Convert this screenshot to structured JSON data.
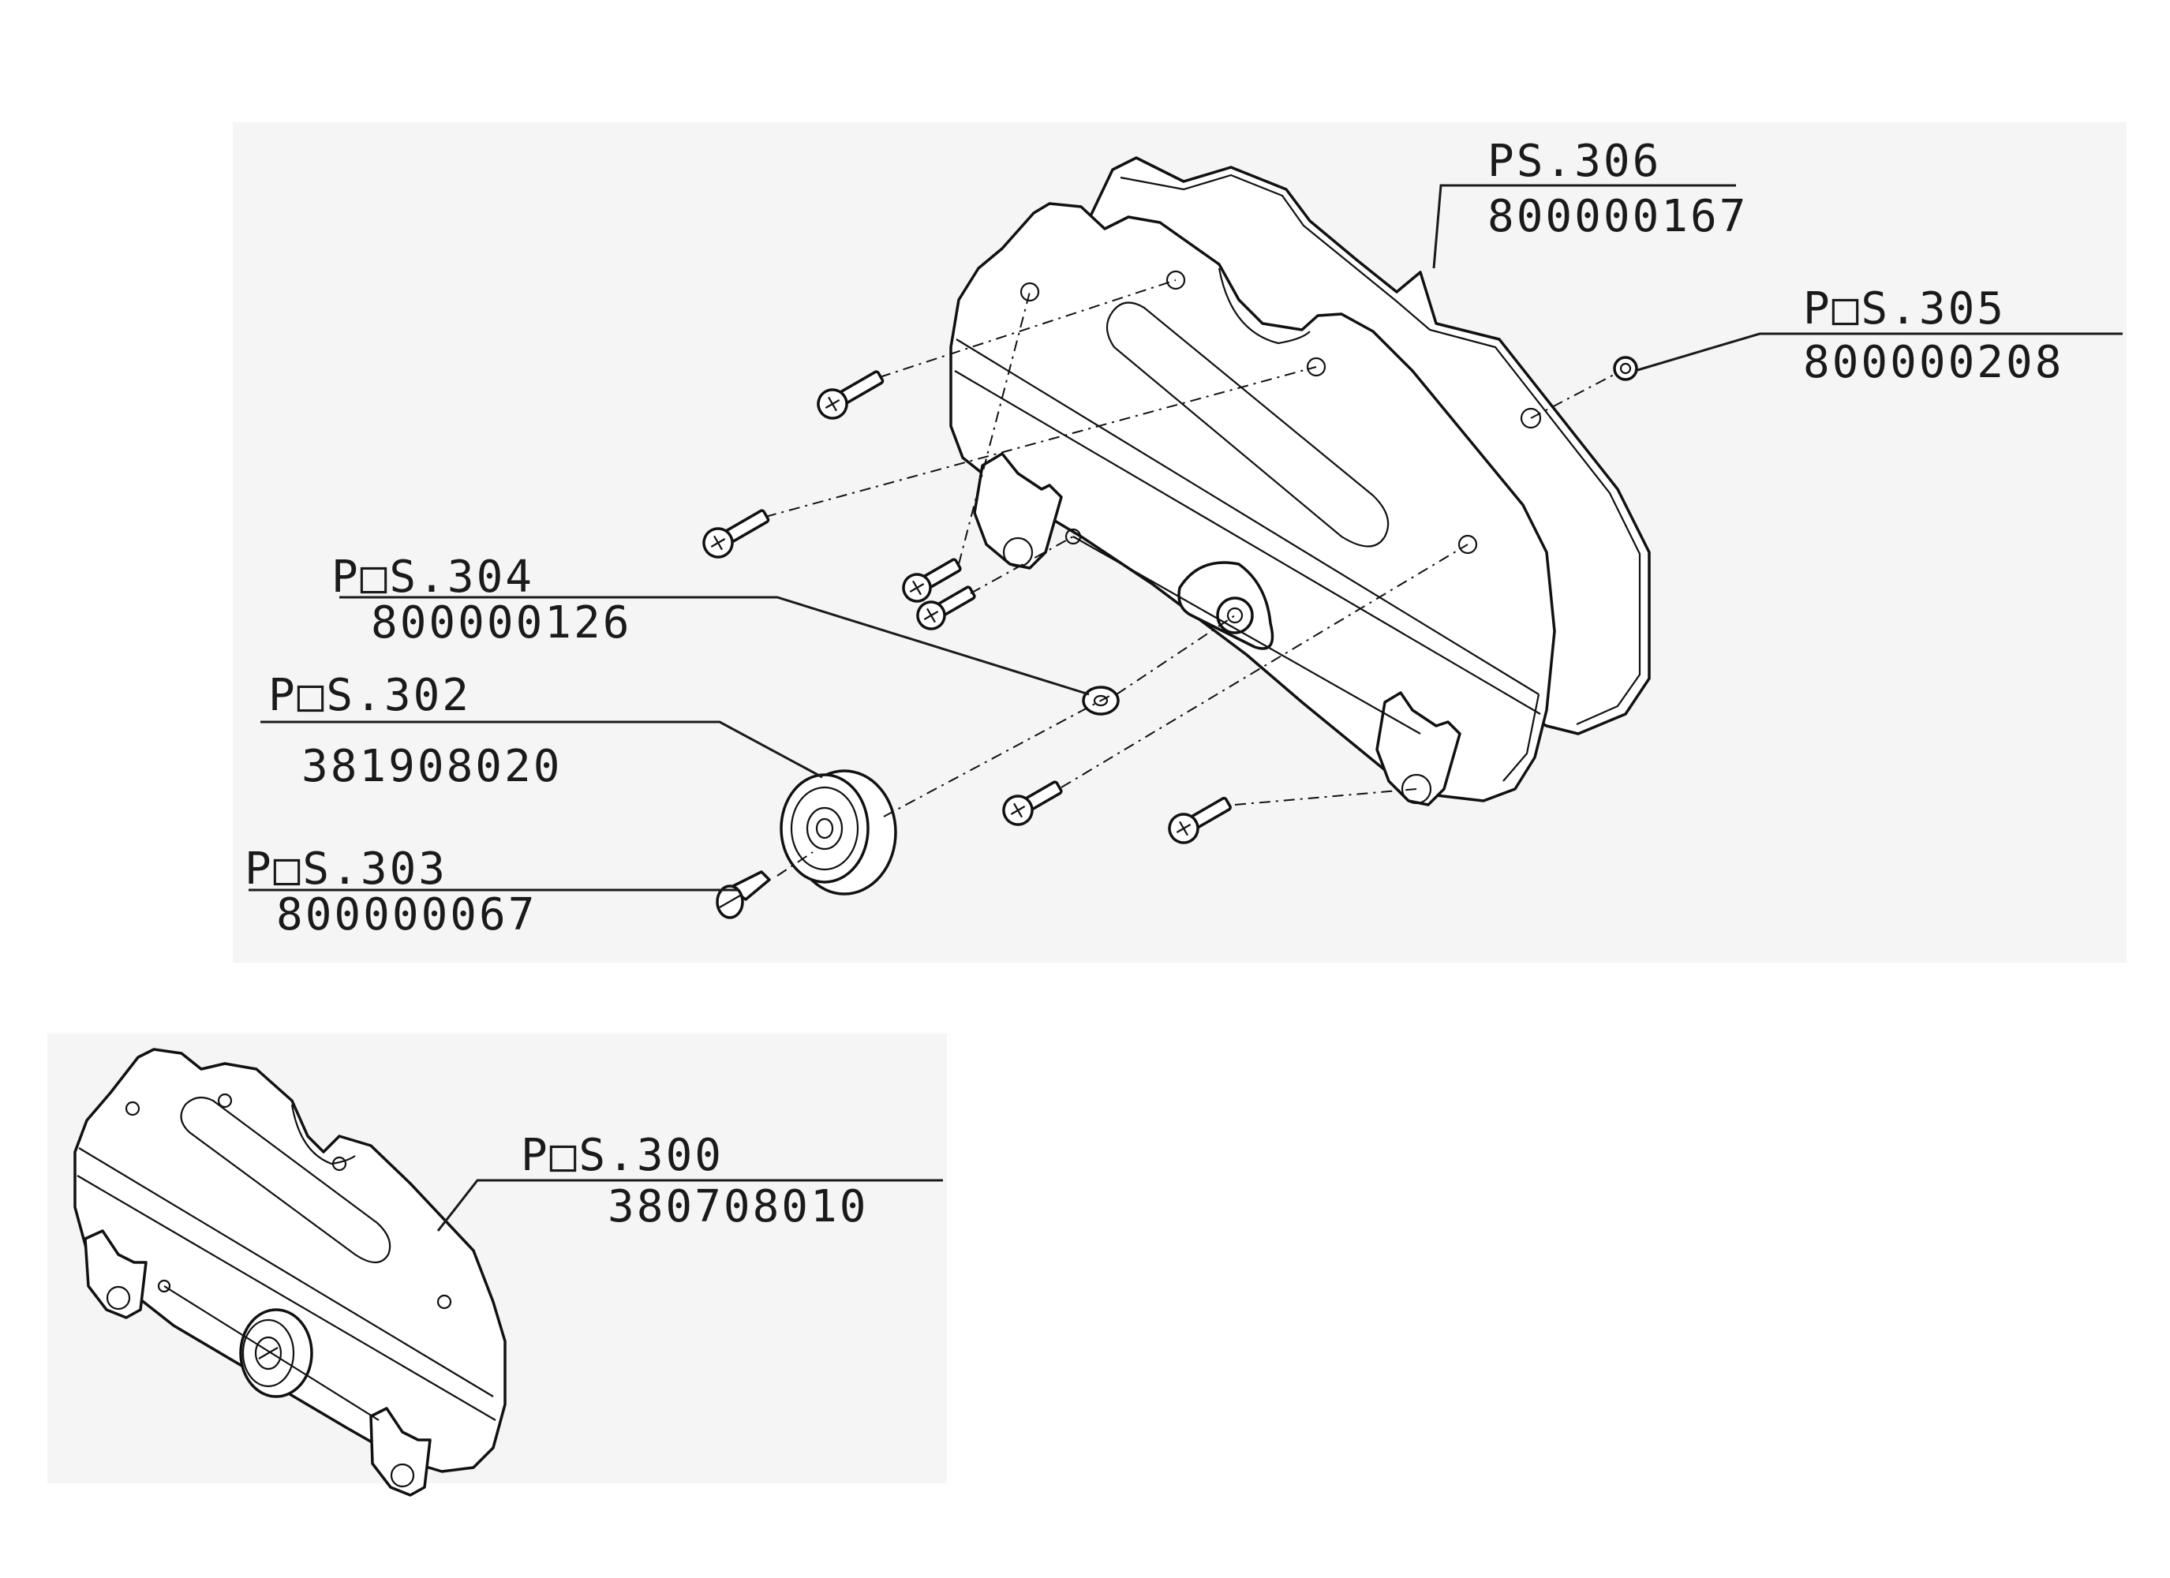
{
  "callouts": [
    {
      "pos": "PS.306",
      "part": "800000167"
    },
    {
      "pos": "P□S.305",
      "part": "800000208"
    },
    {
      "pos": "P□S.304",
      "part": "800000126"
    },
    {
      "pos": "P□S.302",
      "part": "381908020"
    },
    {
      "pos": "P□S.303",
      "part": "800000067"
    },
    {
      "pos": "P□S.300",
      "part": "380708010"
    }
  ]
}
